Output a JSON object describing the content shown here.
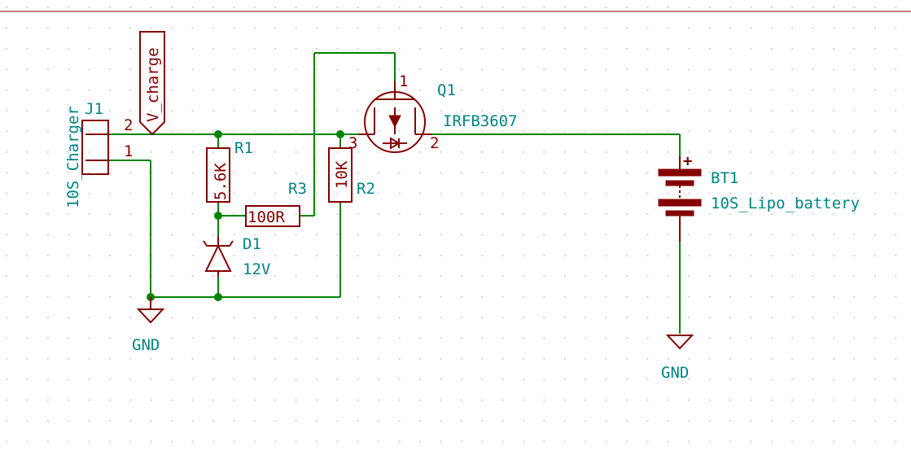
{
  "components": {
    "j1": {
      "ref": "J1",
      "value": "10S_Charger",
      "pin1": "1",
      "pin2": "2"
    },
    "label_vcharge": {
      "text": "V_charge"
    },
    "r1": {
      "ref": "R1",
      "value": "5.6K"
    },
    "r2": {
      "ref": "R2",
      "value": "10K"
    },
    "r3": {
      "ref": "R3",
      "value": "100R"
    },
    "d1": {
      "ref": "D1",
      "value": "12V"
    },
    "q1": {
      "ref": "Q1",
      "value": "IRFB3607",
      "pin1": "1",
      "pin2": "2",
      "pin3": "3"
    },
    "bt1": {
      "ref": "BT1",
      "value": "10S_Lipo_battery",
      "plus": "+"
    },
    "gnd_left": {
      "text": "GND"
    },
    "gnd_right": {
      "text": "GND"
    }
  },
  "colors": {
    "wire": "#008400",
    "component": "#840000",
    "label": "#008484",
    "grid": "#c8c8c8"
  }
}
